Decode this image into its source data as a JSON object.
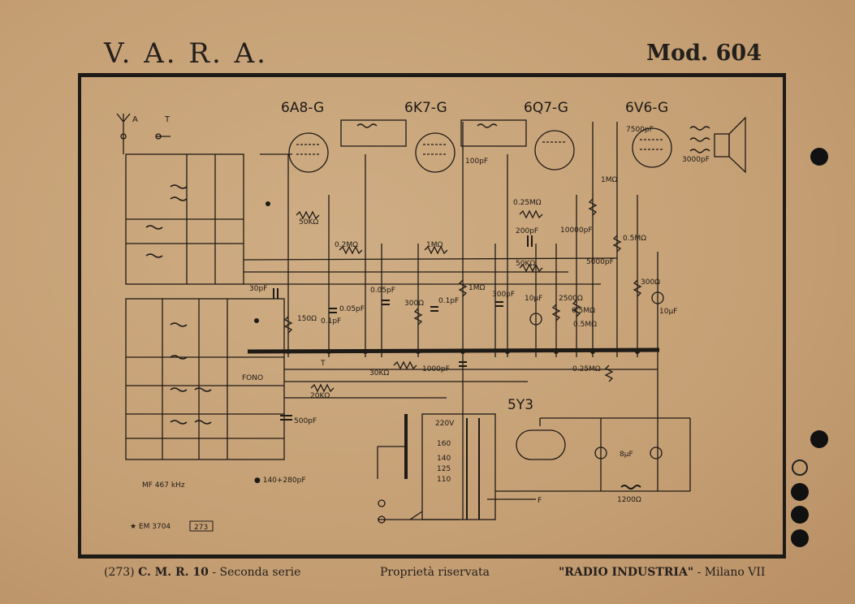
{
  "header": {
    "brand": "V. A. R. A.",
    "model": "Mod. 604"
  },
  "tubes": [
    "6A8-G",
    "6K7-G",
    "6Q7-G",
    "6V6-G",
    "5Y3"
  ],
  "antenna": {
    "a": "A",
    "t": "T"
  },
  "component_labels": {
    "r_50k": "50KΩ",
    "r_02m": "0.2MΩ",
    "r_1m_top": "1MΩ",
    "r_1m_side": "1MΩ",
    "c_100pf": "100pF",
    "r_025m_a": "0.25MΩ",
    "c_200pf": "200pF",
    "r_50k_b": "50KΩ",
    "r_1m_v": "1MΩ",
    "r_05m_a": "0.5MΩ",
    "c_7500pf": "7500pF",
    "c_3000pf": "3000pF",
    "c_10000pf": "10000pF",
    "c_5000pf": "5000pF",
    "r_05m_b": "0.5MΩ",
    "c_30pf": "30pF",
    "c_005": "0.05pF",
    "c_005b": "0.05pF",
    "r_150": "150Ω",
    "c_01a": "0.1pF",
    "r_300": "300Ω",
    "c_01b": "0.1pF",
    "c_300pf": "300pF",
    "c_10uf_a": "10μF",
    "r_2500": "2500Ω",
    "r_05m_c": "0.5MΩ",
    "r_300b": "300Ω",
    "c_10uf_b": "10μF",
    "r_30k": "30KΩ",
    "c_1000pf": "1000pF",
    "r_025m_b": "0.25MΩ",
    "r_20k": "20KΩ",
    "c_500pf": "500pF",
    "fono": "FONO",
    "t_ground": "T",
    "c_8uf": "8μF",
    "r_1200": "1200Ω",
    "f_label": "F"
  },
  "voltages": [
    "220V",
    "160",
    "140",
    "125",
    "110"
  ],
  "notes": {
    "mf": "MF 467 kHz",
    "trimmer": "● 140+280pF",
    "em_code": "★ EM 3704",
    "em_box": "273"
  },
  "footer": {
    "series_num": "(273)",
    "series_bold": "C. M. R. 10",
    "series_rest": " - Seconda serie",
    "rights": "Proprietà riservata",
    "company": "\"RADIO INDUSTRIA\"",
    "city": " - Milano VII"
  },
  "colors": {
    "paper": "#c9a57a",
    "ink": "#1e1a16"
  }
}
